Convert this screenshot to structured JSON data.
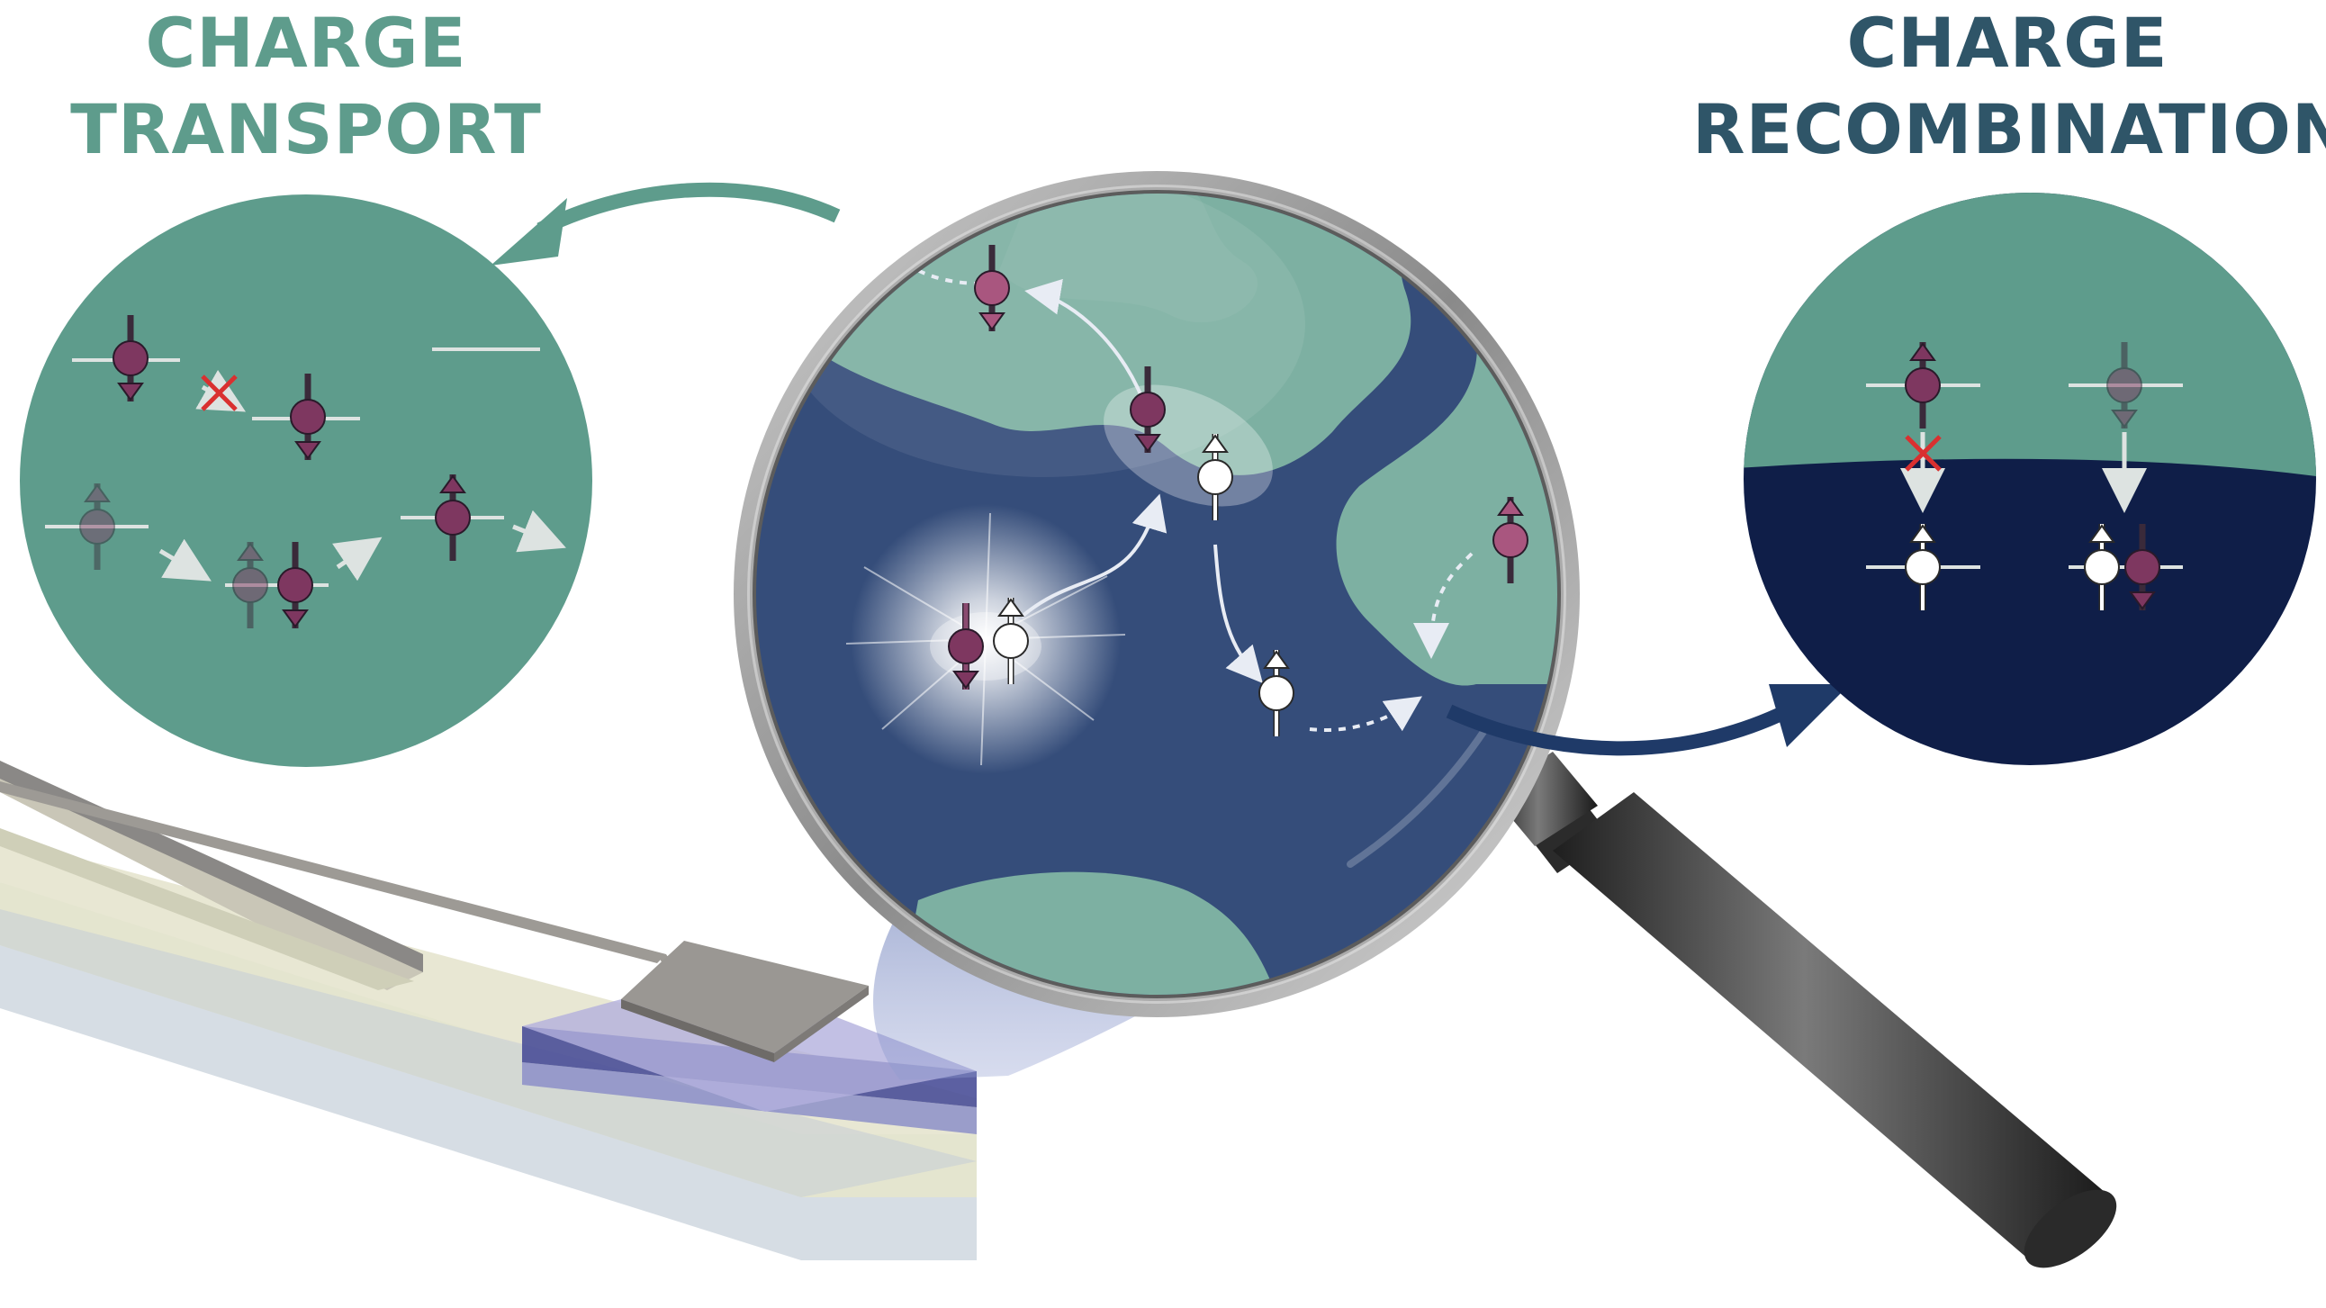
{
  "titles": {
    "transport": {
      "line1": "CHARGE",
      "line2": "TRANSPORT"
    },
    "recombination": {
      "line1": "CHARGE",
      "line2": "RECOMBINATION"
    }
  },
  "colors": {
    "teal": "#5e9c8c",
    "teal_light": "#84b3a5",
    "navy": "#354d7a",
    "navy_dark": "#0f1e48",
    "transport_title": "#5e9c8c",
    "recombination_title": "#2f5568",
    "electron": "#7e3760",
    "hole": "#ffffff",
    "arrow_transport": "#5e9c8c",
    "arrow_recombination": "#1f3a68",
    "blocked": "#d93030"
  }
}
